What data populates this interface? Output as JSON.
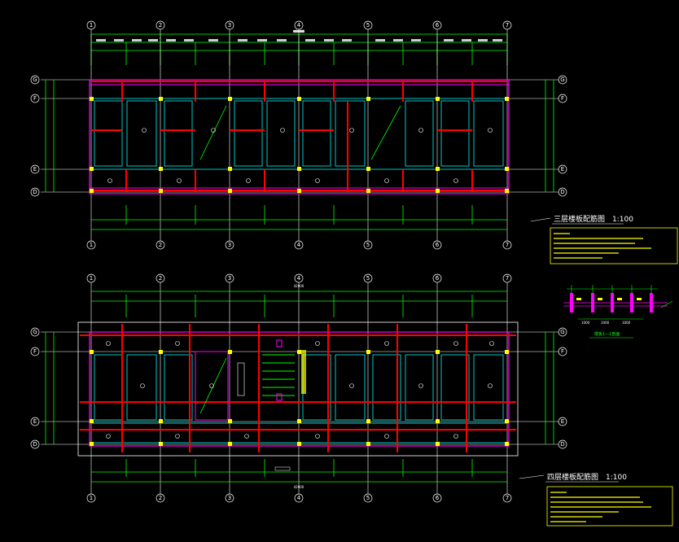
{
  "canvas": {
    "background": "#000000"
  },
  "colors": {
    "axis": "#ffffff",
    "dimension": "#00ff00",
    "beam": "#ff0000",
    "slab_edge": "#00c8c8",
    "outline": "#ff00ff",
    "column": "#ffff00",
    "note_box": "#ffff00",
    "note_text": "#ffff00"
  },
  "grid_labels": {
    "columns": [
      "1",
      "2",
      "3",
      "4",
      "5",
      "6",
      "7"
    ],
    "rows": [
      "G",
      "F",
      "E",
      "D"
    ]
  },
  "plan_3": {
    "title": "三层楼板配筋图",
    "scale": "1:100",
    "overall_dim": "42000"
  },
  "plan_4": {
    "title": "四层楼板配筋图",
    "scale": "1:100",
    "overall_dim": "42000"
  },
  "section": {
    "label": "楼板1—1剖面",
    "dims": [
      "1000",
      "1000",
      "1000"
    ]
  }
}
